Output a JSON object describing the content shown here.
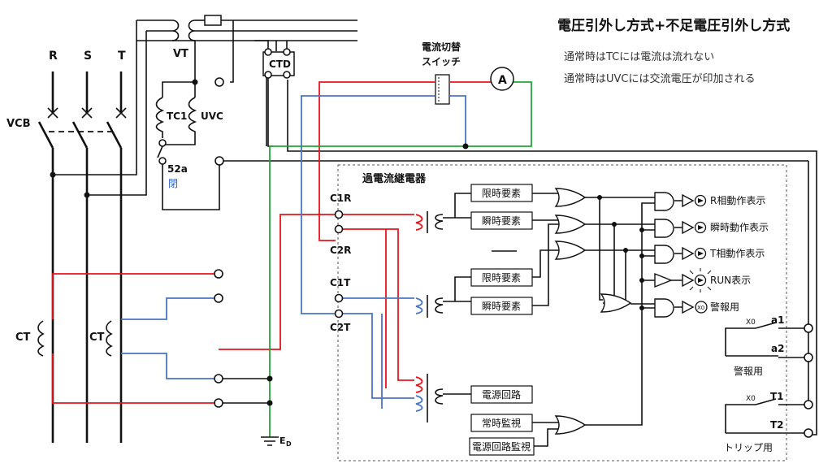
{
  "header": {
    "title": "電圧引外し方式+不足電圧引外し方式",
    "note1": "通常時はTCには電流は流れない",
    "note2": "通常時はUVCには交流電圧が印加される"
  },
  "phases": {
    "r": "R",
    "s": "S",
    "t": "T"
  },
  "labels": {
    "vcb": "VCB",
    "vt": "VT",
    "ctd": "CTD",
    "tc1": "TC1",
    "uvc": "UVC",
    "contact_52a": "52a",
    "contact_state": "閉",
    "switch_line1": "電流切替",
    "switch_line2": "スイッチ",
    "ammeter": "A",
    "ct1": "CT",
    "ct2": "CT",
    "earth": "E",
    "earth_sub": "D",
    "c1r": "C1R",
    "c2r": "C2R",
    "c1t": "C1T",
    "c2t": "C2T"
  },
  "relay": {
    "title": "過電流継電器",
    "blocks": [
      "限時要素",
      "瞬時要素",
      "限時要素",
      "瞬時要素",
      "電源回路",
      "常時監視",
      "電源回路監視"
    ],
    "outputs": [
      "R相動作表示",
      "瞬時動作表示",
      "T相動作表示",
      "RUN表示",
      "警報用"
    ],
    "x0_lamp": "X0",
    "alarm": {
      "x0": "X0",
      "a1": "a1",
      "a2": "a2",
      "label": "警報用"
    },
    "trip": {
      "x0": "X0",
      "t1": "T1",
      "t2": "T2",
      "label": "トリップ用"
    }
  }
}
